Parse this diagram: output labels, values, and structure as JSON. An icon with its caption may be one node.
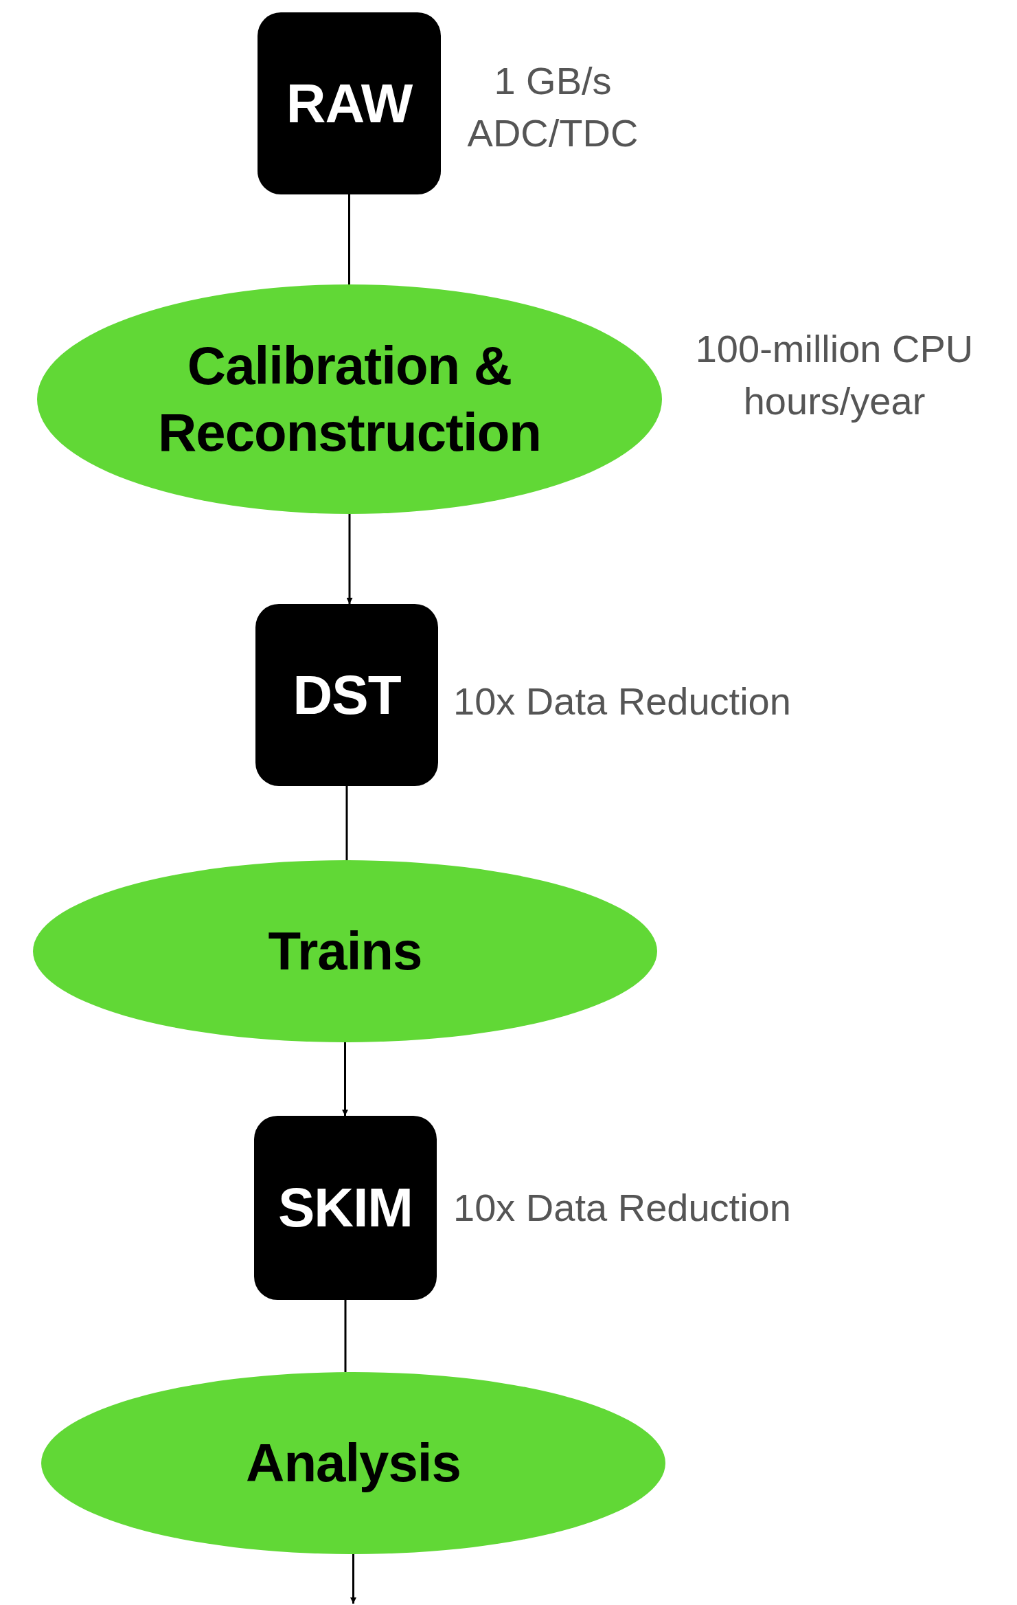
{
  "diagram": {
    "nodes": [
      {
        "text": [
          "RAW"
        ],
        "beside": [
          "1 GB/s ADC/TDC"
        ]
      },
      {
        "text": [
          "Calibration & Reconstruction"
        ],
        "beside": [
          "100-million CPU hours/year"
        ]
      },
      {
        "text": [
          "DST"
        ],
        "beside": [
          "10x Data Reduction"
        ]
      },
      {
        "text": [
          "Trains"
        ]
      },
      {
        "text": [
          "SKIM"
        ],
        "beside": [
          "10x Data Reduction"
        ]
      },
      {
        "text": [
          "Analysis"
        ]
      }
    ],
    "edges": [
      {
        "from": 0,
        "to": 1,
        "arrow": "none"
      },
      {
        "from": 1,
        "to": 2,
        "arrow": "to"
      },
      {
        "from": 2,
        "to": 3,
        "arrow": "none"
      },
      {
        "from": 3,
        "to": 4,
        "arrow": "to"
      },
      {
        "from": 4,
        "to": 5,
        "arrow": "none"
      },
      {
        "from": 5,
        "to": null,
        "arrow": "to"
      }
    ]
  }
}
